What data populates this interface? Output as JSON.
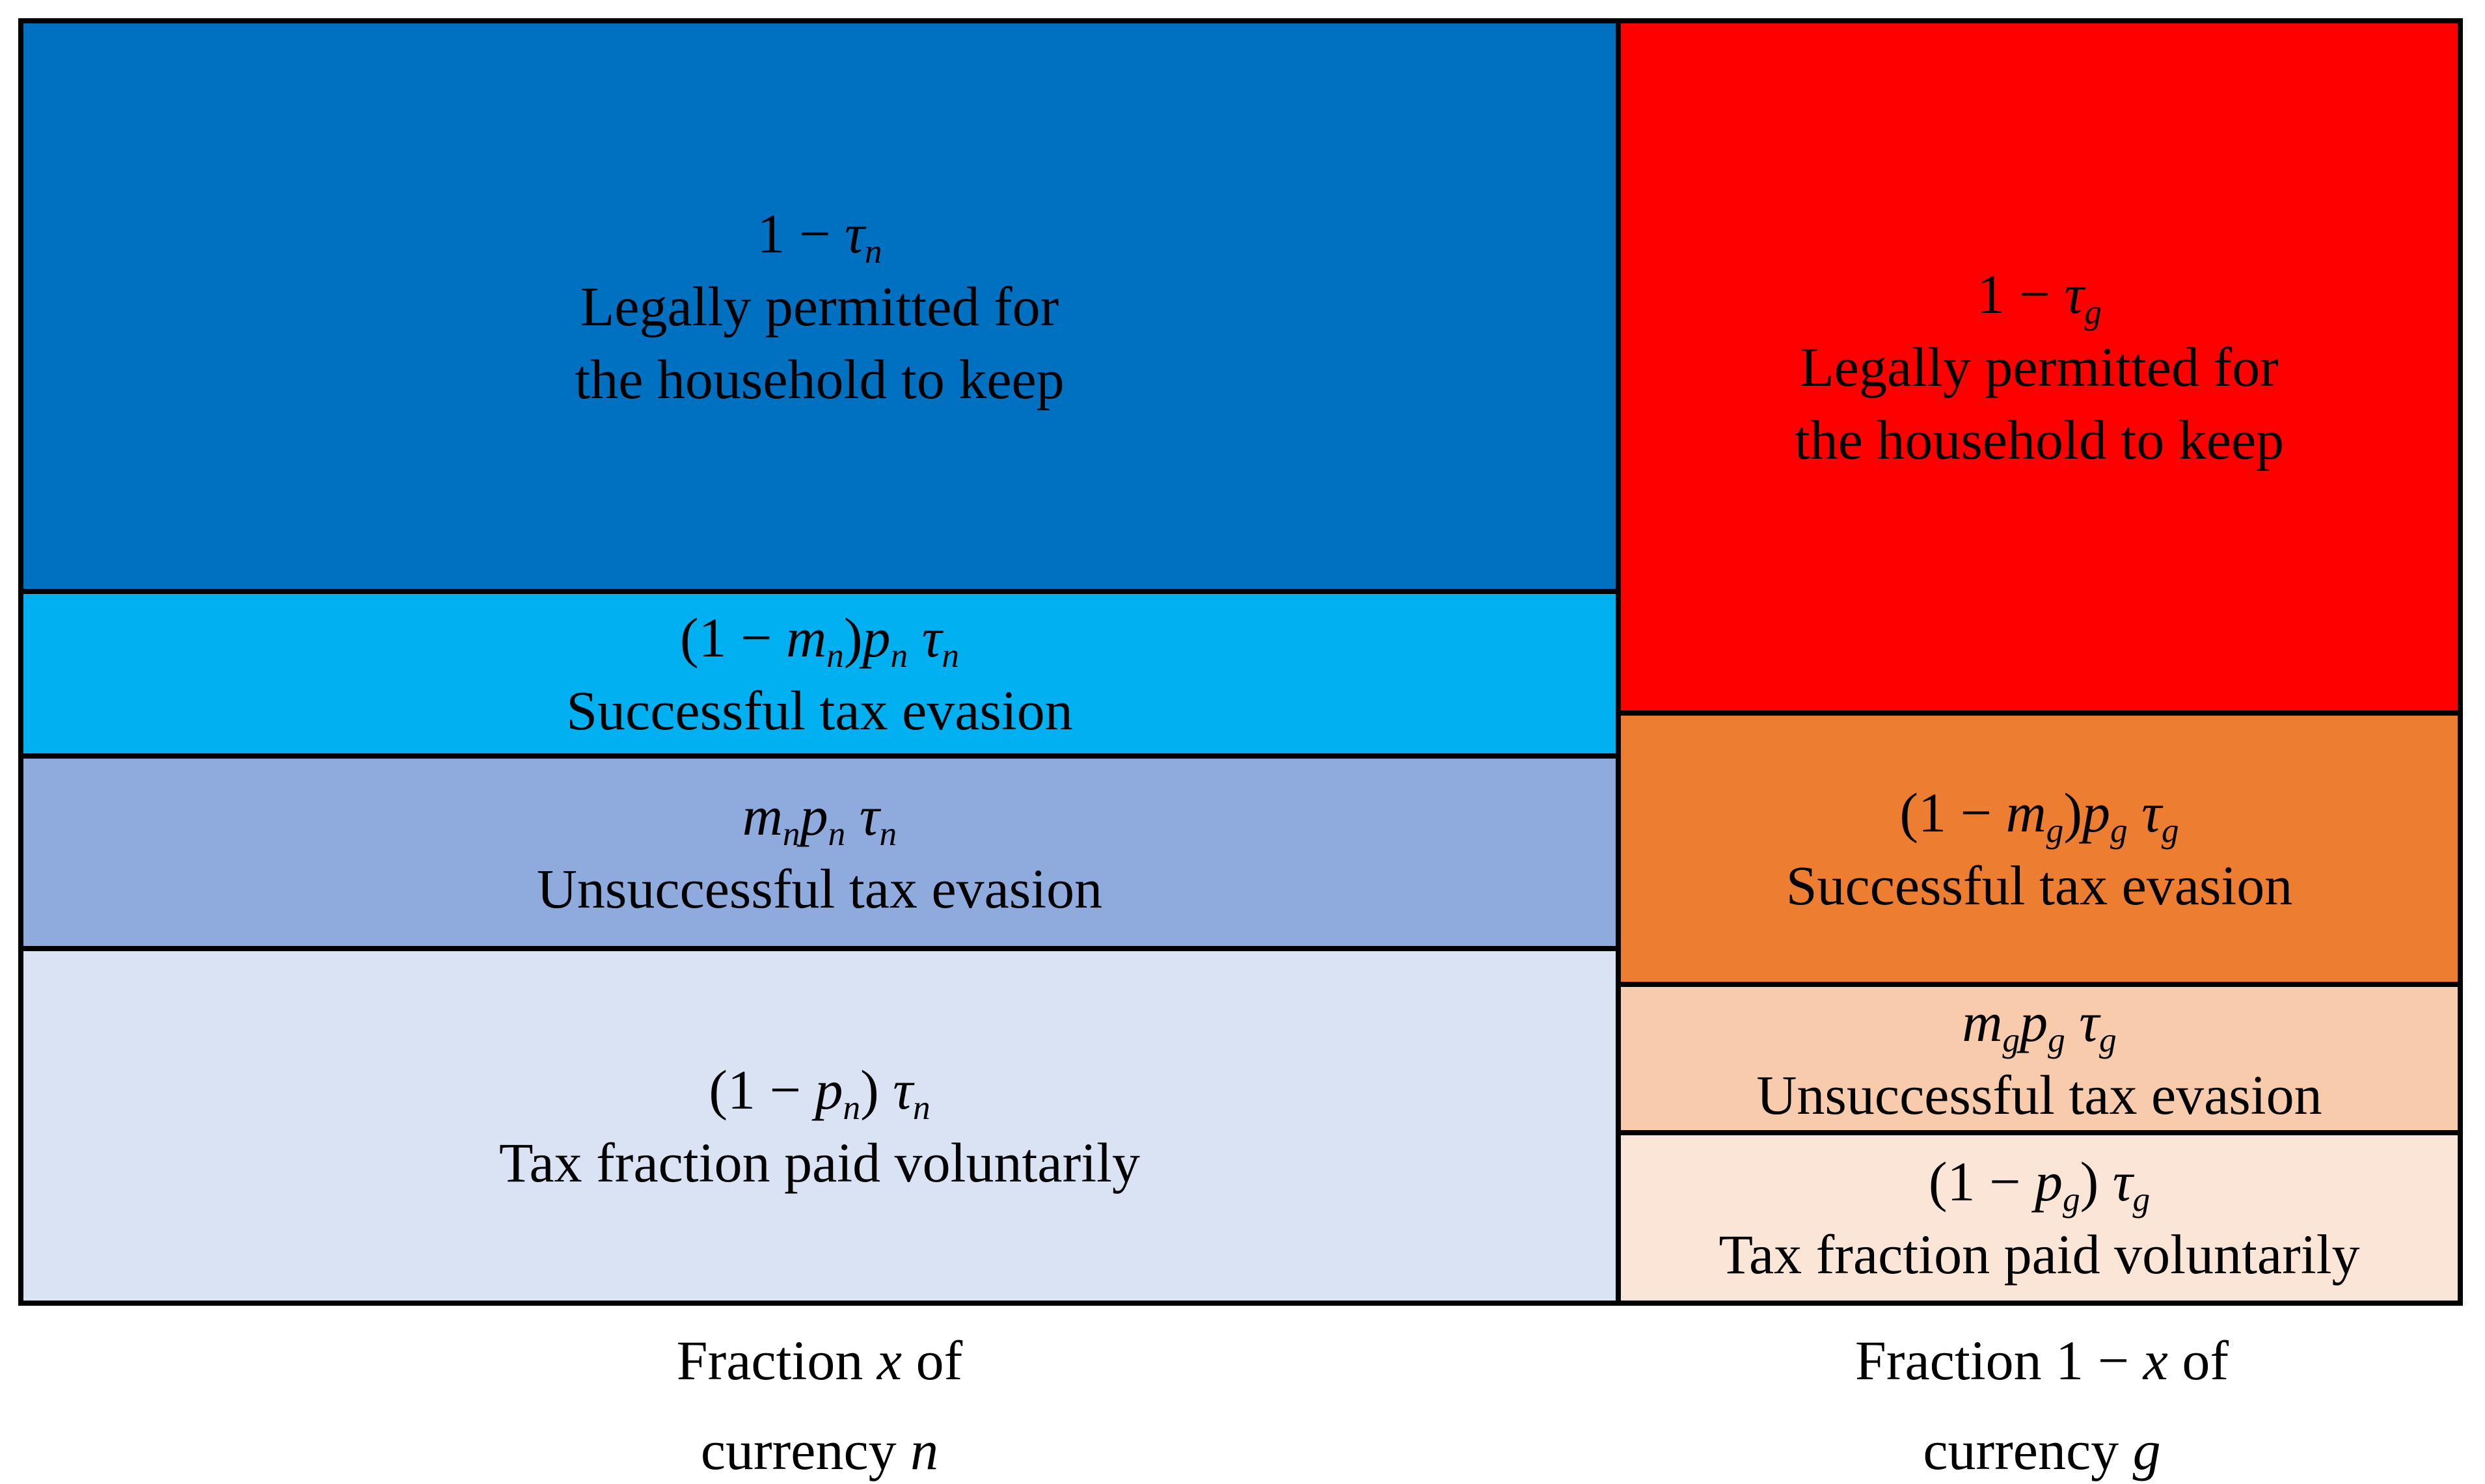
{
  "diagram": {
    "background": "#FFFFFF",
    "border_color": "#000000",
    "text_color": "#000000",
    "columns": [
      {
        "currency": "n",
        "caption_lines": [
          "Fraction $x$ of",
          "currency $n$"
        ],
        "blocks": [
          {
            "name": "legally-permitted",
            "color": "#0070C0",
            "formula": "1 − $τ$_{n}",
            "labels": [
              "Legally permitted for",
              "the household to keep"
            ]
          },
          {
            "name": "successful-tax-evasion",
            "color": "#00B0F0",
            "formula": "(1 − $m$_{n})$p$_{n} $τ$_{n}",
            "labels": [
              "Successful tax evasion"
            ]
          },
          {
            "name": "unsuccessful-tax-evasion",
            "color": "#8FAADC",
            "formula": "$m$_{n}$p$_{n} $τ$_{n}",
            "labels": [
              "Unsuccessful tax evasion"
            ]
          },
          {
            "name": "tax-paid-voluntarily",
            "color": "#DAE3F3",
            "formula": "(1 − $p$_{n}) $τ$_{n}",
            "labels": [
              "Tax fraction paid voluntarily"
            ]
          }
        ]
      },
      {
        "currency": "g",
        "caption_lines": [
          "Fraction 1 − $x$ of",
          "currency $g$"
        ],
        "blocks": [
          {
            "name": "legally-permitted",
            "color": "#FF0000",
            "formula": "1 − $τ$_{g}",
            "labels": [
              "Legally permitted for",
              "the household to keep"
            ]
          },
          {
            "name": "successful-tax-evasion",
            "color": "#ED7D31",
            "formula": "(1 − $m$_{g})$p$_{g} $τ$_{g}",
            "labels": [
              "Successful tax evasion"
            ]
          },
          {
            "name": "unsuccessful-tax-evasion",
            "color": "#F8CBAD",
            "formula": "$m$_{g}$p$_{g} $τ$_{g}",
            "labels": [
              "Unsuccessful tax evasion"
            ]
          },
          {
            "name": "tax-paid-voluntarily",
            "color": "#FBE5D6",
            "formula": "(1 − $p$_{g}) $τ$_{g}",
            "labels": [
              "Tax fraction paid voluntarily"
            ]
          }
        ]
      }
    ]
  }
}
